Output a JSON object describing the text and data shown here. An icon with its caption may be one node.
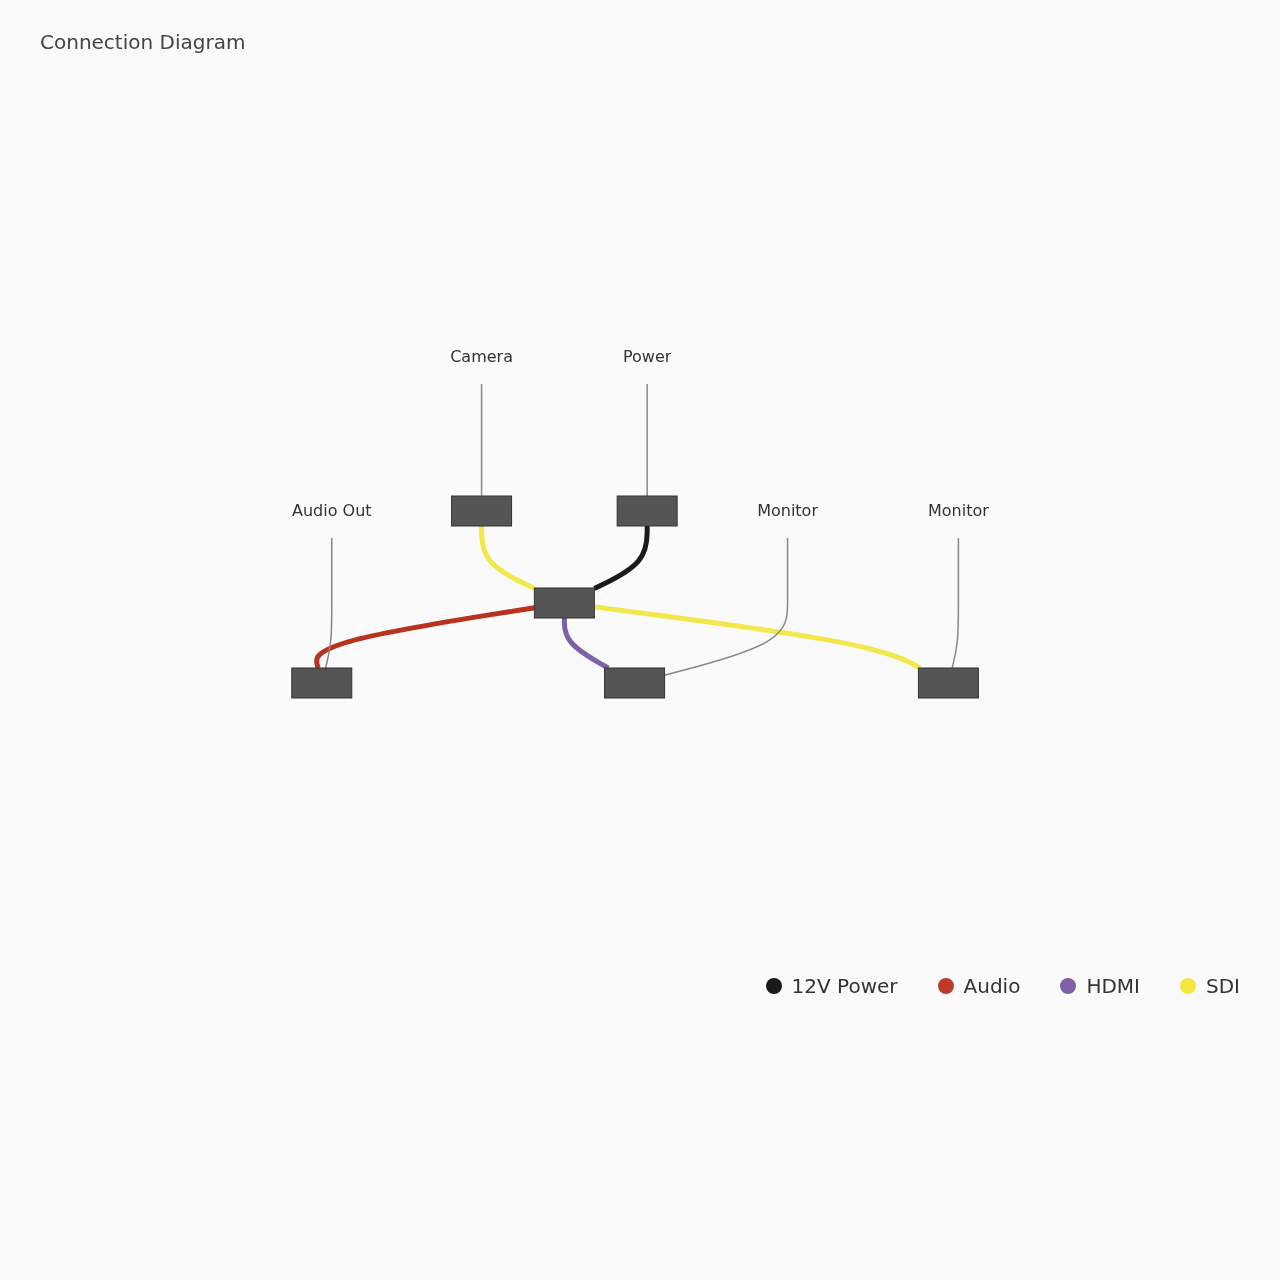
{
  "diagram": {
    "title": "Connection Diagram",
    "nodes": [
      {
        "text": [
          "Camera"
        ]
      },
      {
        "text": [],
        "shape": "box"
      },
      {
        "text": [
          "Power"
        ]
      },
      {
        "text": [],
        "shape": "box"
      },
      {
        "text": [],
        "shape": "box"
      },
      {
        "text": [
          "Audio Out"
        ]
      },
      {
        "text": [],
        "shape": "box"
      },
      {
        "text": [
          "Monitor"
        ]
      },
      {
        "text": [],
        "shape": "box"
      },
      {
        "text": [
          "Monitor"
        ]
      },
      {
        "text": [],
        "shape": "box"
      }
    ],
    "edges": [
      {
        "from": 1,
        "to": 4,
        "arrow": "none",
        "style": "thick",
        "color": "#f2e84a"
      },
      {
        "from": 3,
        "to": 4,
        "arrow": "none",
        "style": "thick",
        "color": "#1a1a1a"
      },
      {
        "from": 4,
        "to": 6,
        "arrow": "none",
        "style": "thick",
        "color": "#b8321e"
      },
      {
        "from": 4,
        "to": 8,
        "arrow": "none",
        "style": "thick",
        "color": "#7d62a6"
      },
      {
        "from": 4,
        "to": 10,
        "arrow": "none",
        "style": "thick",
        "color": "#f2e84a"
      },
      {
        "from": 0,
        "to": 1,
        "arrow": "none"
      },
      {
        "from": 2,
        "to": 3,
        "arrow": "none"
      },
      {
        "from": 5,
        "to": 6,
        "arrow": "none"
      },
      {
        "from": 7,
        "to": 8,
        "arrow": "none"
      },
      {
        "from": 9,
        "to": 10,
        "arrow": "none"
      }
    ],
    "legend": [
      {
        "text": "12V Power",
        "color": "#1a1a1a"
      },
      {
        "text": "Audio",
        "color": "#c0392b"
      },
      {
        "text": "HDMI",
        "color": "#7d62a6"
      },
      {
        "text": "SDI",
        "color": "#f5e63f"
      }
    ]
  }
}
